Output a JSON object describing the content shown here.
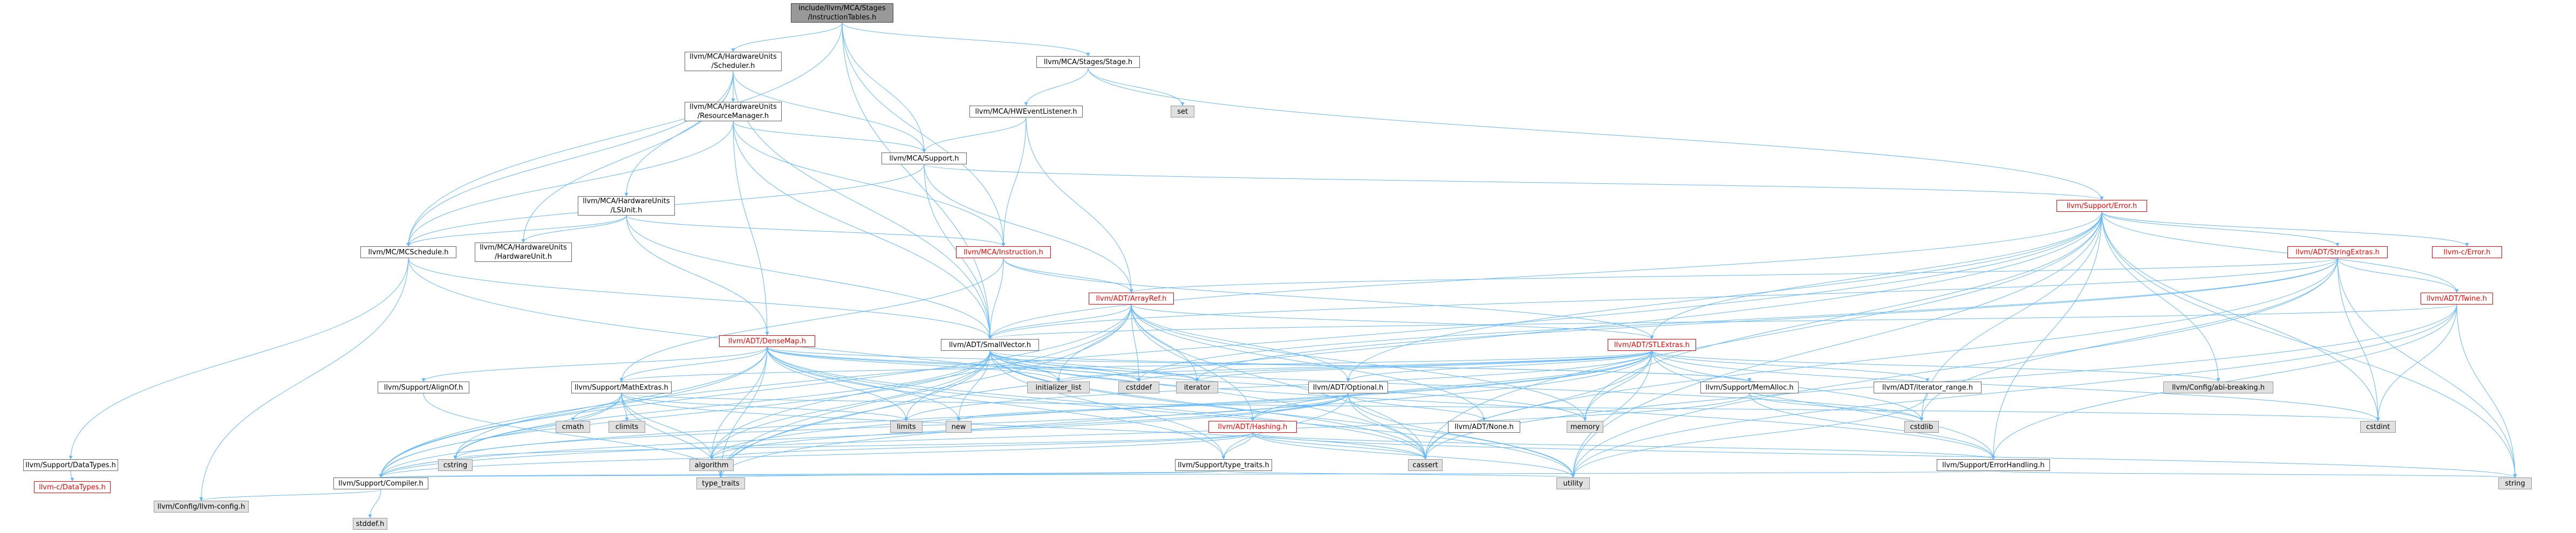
{
  "colors": {
    "edge": "#63b8ff",
    "edge_red": "#ff0000",
    "root_fill": "#999999",
    "ext_fill": "#e0e0e0",
    "link": "#ff0000"
  },
  "nodes": {
    "root": "include/llvm/MCA/Stages\n/InstructionTables.h",
    "scheduler": "llvm/MCA/HardwareUnits\n/Scheduler.h",
    "stage": "llvm/MCA/Stages/Stage.h",
    "set": "set",
    "resmgr": "llvm/MCA/HardwareUnits\n/ResourceManager.h",
    "hwevent": "llvm/MCA/HWEventListener.h",
    "support": "llvm/MCA/Support.h",
    "error": "llvm/Support/Error.h",
    "lsunit": "llvm/MCA/HardwareUnits\n/LSUnit.h",
    "mcschedule": "llvm/MC/MCSchedule.h",
    "hwunit": "llvm/MCA/HardwareUnits\n/HardwareUnit.h",
    "instruction": "llvm/MCA/Instruction.h",
    "cerror": "llvm-c/Error.h",
    "stringextras": "llvm/ADT/StringExtras.h",
    "arrayref": "llvm/ADT/ArrayRef.h",
    "twine": "llvm/ADT/Twine.h",
    "densemap": "llvm/ADT/DenseMap.h",
    "smallvector": "llvm/ADT/SmallVector.h",
    "stlextras": "llvm/ADT/STLExtras.h",
    "alignof": "llvm/Support/AlignOf.h",
    "mathextras": "llvm/Support/MathExtras.h",
    "optional": "llvm/ADT/Optional.h",
    "memalloc": "llvm/Support/MemAlloc.h",
    "iterrange": "llvm/ADT/iterator_range.h",
    "abibreak": "llvm/Config/abi-breaking.h",
    "initlist": "initializer_list",
    "cstddef": "cstddef",
    "iterator": "iterator",
    "cmath": "cmath",
    "climits": "climits",
    "limits": "limits",
    "new": "new",
    "hashing": "llvm/ADT/Hashing.h",
    "none": "llvm/ADT/None.h",
    "memory": "memory",
    "cstdlib": "cstdlib",
    "cstdint": "cstdint",
    "datatypes": "llvm/Support/DataTypes.h",
    "cstring": "cstring",
    "algorithm": "algorithm",
    "typetraits": "llvm/Support/type_traits.h",
    "cassert": "cassert",
    "errhandling": "llvm/Support/ErrorHandling.h",
    "cdatatypes": "llvm-c/DataTypes.h",
    "compiler": "llvm/Support/Compiler.h",
    "type_traits": "type_traits",
    "utility": "utility",
    "string": "string",
    "llvmconfig": "llvm/Config/llvm-config.h",
    "stddef": "stddef.h"
  }
}
